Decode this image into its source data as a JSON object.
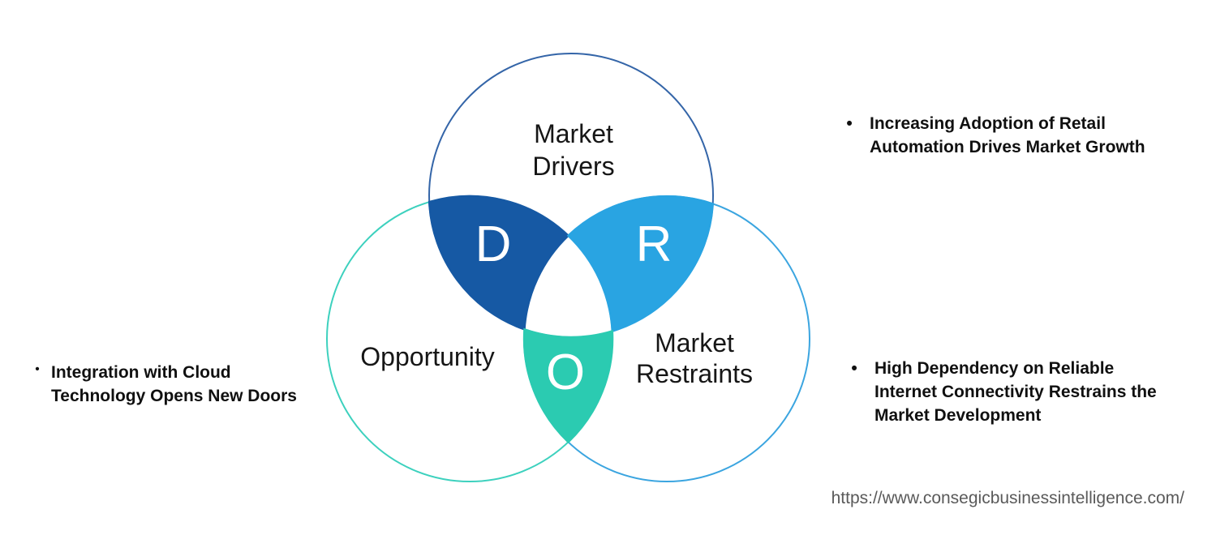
{
  "venn": {
    "drivers": {
      "label_line1": "Market",
      "label_line2": "Drivers",
      "letter": "D",
      "fill": "#1659A4",
      "stroke": "#3465A8"
    },
    "restraints": {
      "label_line1": "Market",
      "label_line2": "Restraints",
      "letter": "R",
      "fill": "#29A4E2",
      "stroke": "#3BA5E0"
    },
    "opportunity": {
      "label": "Opportunity",
      "letter": "O",
      "fill": "#2BCBB1",
      "stroke": "#3DD1BE"
    }
  },
  "annotations": {
    "driver_note": {
      "bullet": "•",
      "lines": [
        "Increasing Adoption of Retail",
        "Automation Drives Market Growth"
      ]
    },
    "opportunity_note": {
      "bullet": "•",
      "lines": [
        "Integration with Cloud",
        "Technology Opens New Doors"
      ]
    },
    "restraint_note": {
      "bullet": "•",
      "lines": [
        "High Dependency on Reliable",
        "Internet Connectivity Restrains the",
        "Market Development"
      ]
    }
  },
  "footer": {
    "url": "https://www.consegicbusinessintelligence.com/"
  }
}
